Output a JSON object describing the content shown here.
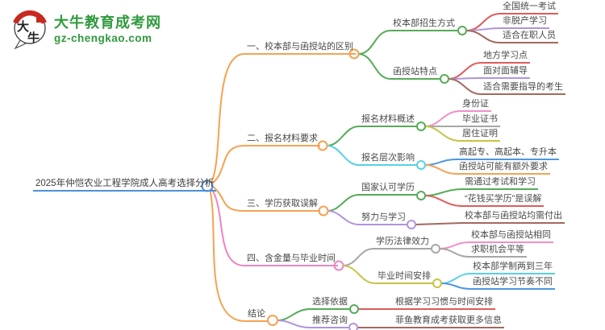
{
  "logo": {
    "badge_text_top": "大",
    "badge_text_bottom": "牛",
    "site_name": "大牛教育成考网",
    "site_url": "gz-chengkao.com",
    "brand_green": "#2f9a3d",
    "seal_red": "#c8291f"
  },
  "palette": {
    "orange": "#f5a252",
    "green": "#56ab57",
    "red": "#e05b5b",
    "purple": "#b193dd",
    "brown": "#a3685e",
    "pink": "#f08fc8",
    "gray": "#a6a6a6",
    "olive": "#c6c445",
    "cyan": "#55d1e8",
    "blue": "#4f97e0",
    "root_blue": "#4a90d9"
  },
  "mindmap": {
    "root": {
      "label": "2025年仲恺农业工程学院成人高考选择分析",
      "color": "#4a90d9"
    },
    "branches": [
      {
        "label": "一、校本部与函授站的区别",
        "color": "#f5a252",
        "children": [
          {
            "label": "校本部招生方式",
            "color": "#56ab57",
            "children": [
              {
                "label": "全国统一考试",
                "color": "#e05b5b"
              },
              {
                "label": "非脱产学习",
                "color": "#b193dd"
              },
              {
                "label": "适合在职人员",
                "color": "#a3685e"
              }
            ]
          },
          {
            "label": "函授站特点",
            "color": "#56ab57",
            "children": [
              {
                "label": "地方学习点",
                "color": "#e05b5b"
              },
              {
                "label": "面对面辅导",
                "color": "#b193dd"
              },
              {
                "label": "适合需要指导的考生",
                "color": "#a3685e"
              }
            ]
          }
        ]
      },
      {
        "label": "二、报名材料要求",
        "color": "#f5a252",
        "children": [
          {
            "label": "报名材料概述",
            "color": "#56ab57",
            "children": [
              {
                "label": "身份证",
                "color": "#f08fc8"
              },
              {
                "label": "毕业证书",
                "color": "#a6a6a6"
              },
              {
                "label": "居住证明",
                "color": "#c6c445"
              }
            ]
          },
          {
            "label": "报名层次影响",
            "color": "#55d1e8",
            "children": [
              {
                "label": "高起专、高起本、专升本",
                "color": "#4f97e0"
              },
              {
                "label": "函授站可能有额外要求",
                "color": "#f5a252"
              }
            ]
          }
        ]
      },
      {
        "label": "三、学历获取误解",
        "color": "#f5a252",
        "children": [
          {
            "label": "国家认可学历",
            "color": "#56ab57",
            "children": [
              {
                "label": "需通过考试和学习",
                "color": "#56ab57"
              },
              {
                "label": "“花钱买学历”是误解",
                "color": "#e05b5b"
              }
            ]
          },
          {
            "label": "努力与学习",
            "color": "#b193dd",
            "children": [
              {
                "label": "校本部与函授站均需付出",
                "color": "#a3685e"
              }
            ]
          }
        ]
      },
      {
        "label": "四、含金量与毕业时间",
        "color": "#ee85c0",
        "children": [
          {
            "label": "学历法律效力",
            "color": "#a6a6a6",
            "children": [
              {
                "label": "校本部与函授站相同",
                "color": "#f08fc8"
              },
              {
                "label": "求职机会平等",
                "color": "#a6a6a6"
              }
            ]
          },
          {
            "label": "毕业时间安排",
            "color": "#c6c445",
            "children": [
              {
                "label": "校本部学制两到三年",
                "color": "#55d1e8"
              },
              {
                "label": "函授站学习节奏不同",
                "color": "#4f97e0"
              }
            ]
          }
        ]
      },
      {
        "label": "结论",
        "color": "#f5a252",
        "children": [
          {
            "label": "选择依据",
            "color": "#56ab57",
            "children": [
              {
                "label": "根据学习习惯与时间安排",
                "color": "#e05b5b"
              }
            ]
          },
          {
            "label": "推荐咨询",
            "color": "#b193dd",
            "children": [
              {
                "label": "菲鱼教育成考获取更多信息",
                "color": "#a3685e"
              }
            ]
          }
        ]
      }
    ]
  }
}
